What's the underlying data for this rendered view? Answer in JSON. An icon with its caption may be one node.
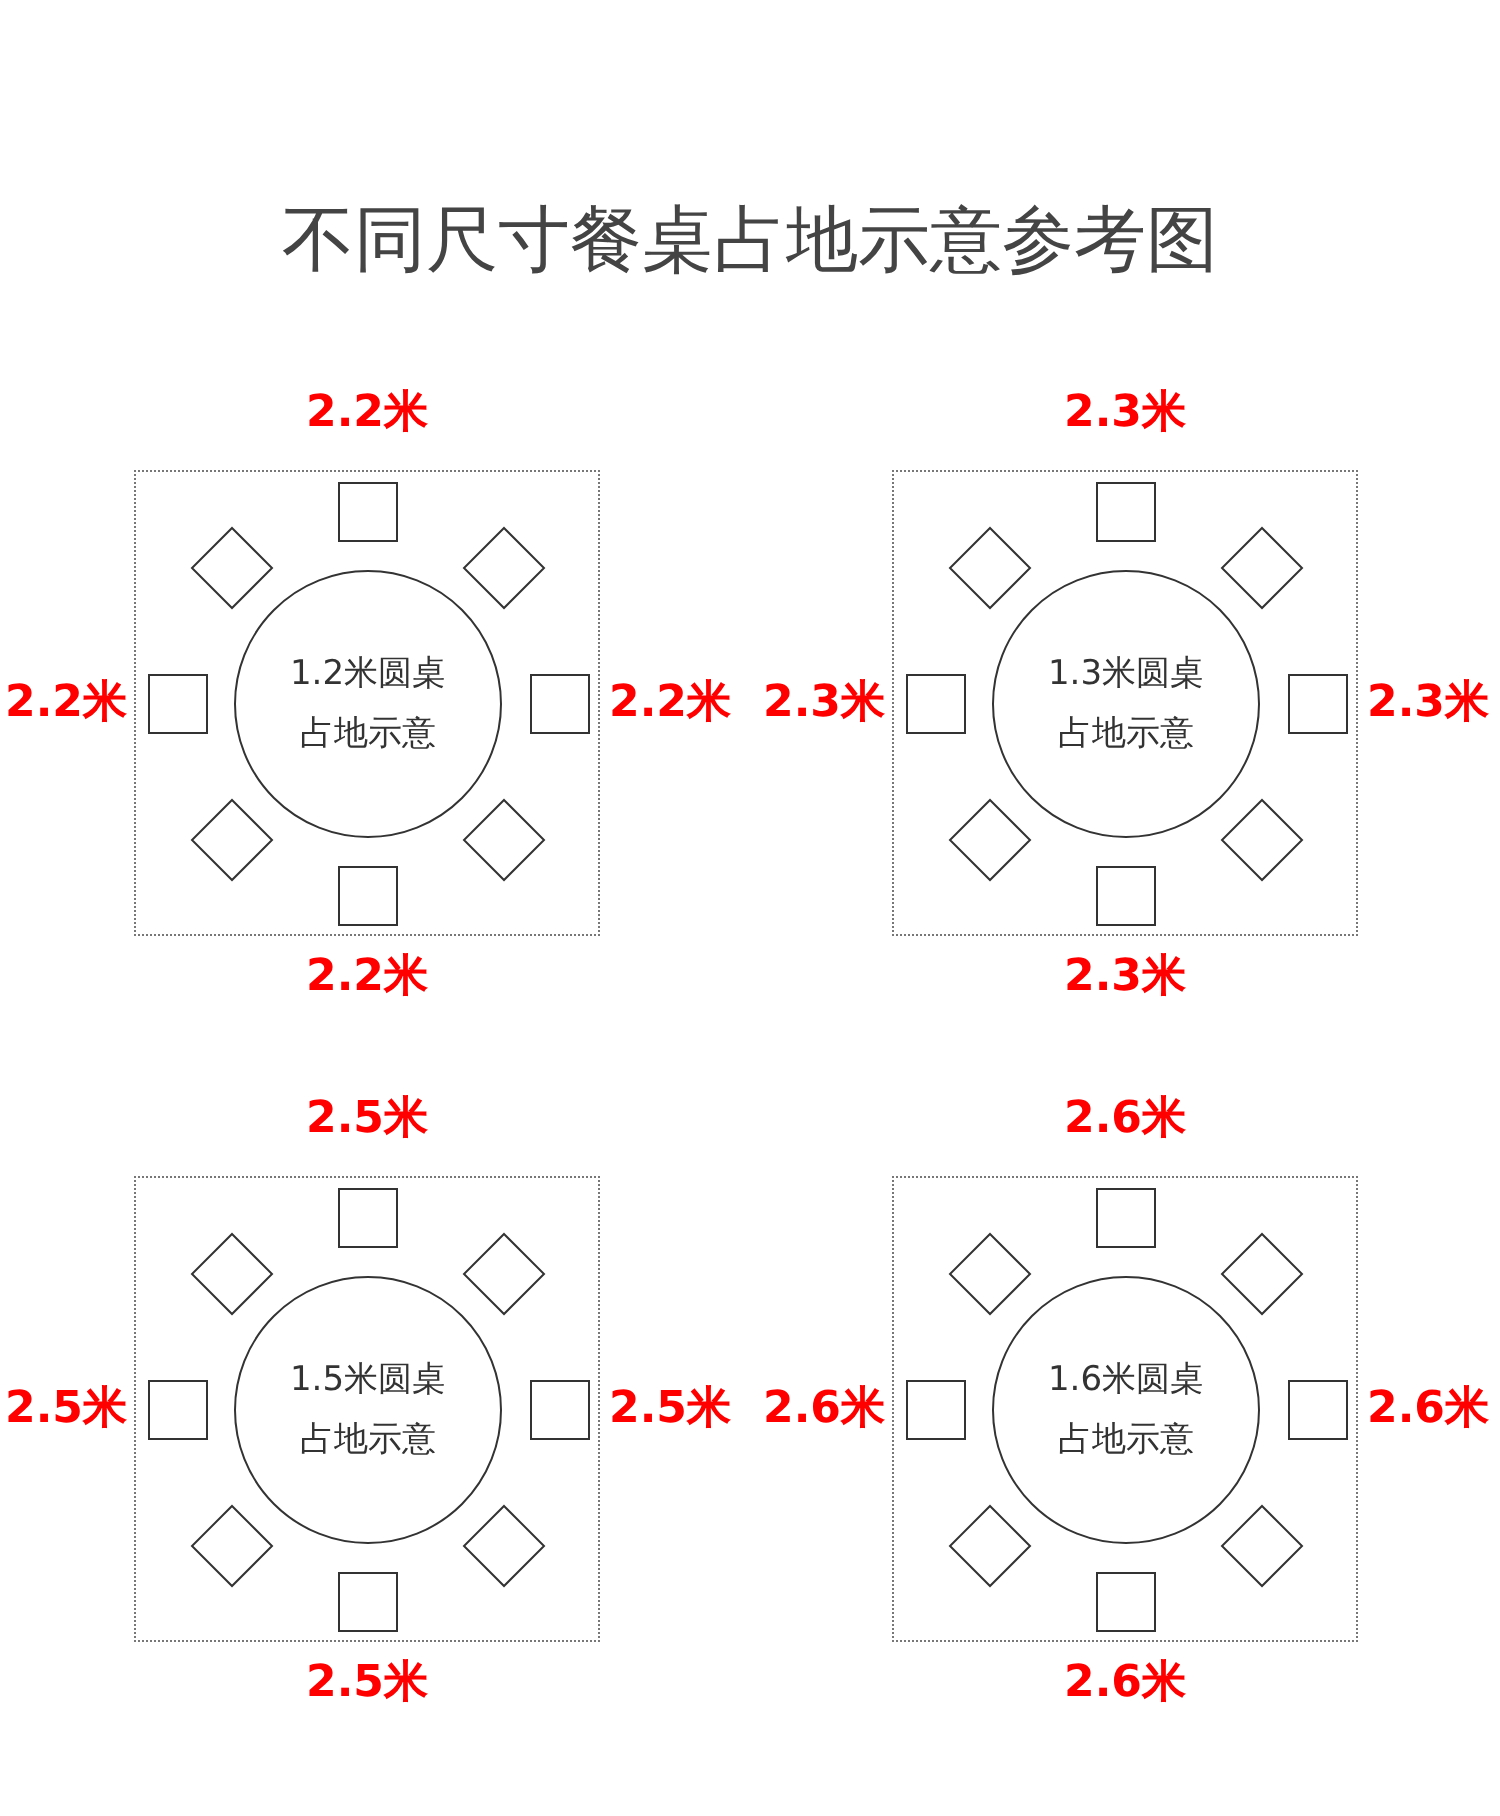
{
  "diagram": {
    "title": "不同尺寸餐桌占地示意参考图",
    "nodes": [
      {
        "text": [],
        "shape": "box"
      },
      {
        "text": [
          "1.2米圆桌占地示意"
        ],
        "in": 0
      },
      {
        "text": [],
        "shape": "box",
        "in": 0
      },
      {
        "text": [],
        "shape": "diamond",
        "in": 0
      },
      {
        "text": [],
        "shape": "diamond",
        "in": 0
      },
      {
        "text": [],
        "shape": "box",
        "in": 0
      },
      {
        "text": [],
        "shape": "box",
        "in": 0
      },
      {
        "text": [],
        "shape": "diamond",
        "in": 0
      },
      {
        "text": [],
        "shape": "diamond",
        "in": 0
      },
      {
        "text": [],
        "shape": "box",
        "in": 0
      },
      {
        "text": [],
        "shape": "box"
      },
      {
        "text": [
          "1.3米圆桌占地示意"
        ],
        "in": 10
      },
      {
        "text": [],
        "shape": "box",
        "in": 10
      },
      {
        "text": [],
        "shape": "diamond",
        "in": 10
      },
      {
        "text": [],
        "shape": "diamond",
        "in": 10
      },
      {
        "text": [],
        "shape": "box",
        "in": 10
      },
      {
        "text": [],
        "shape": "box",
        "in": 10
      },
      {
        "text": [],
        "shape": "diamond",
        "in": 10
      },
      {
        "text": [],
        "shape": "diamond",
        "in": 10
      },
      {
        "text": [],
        "shape": "box",
        "in": 10
      },
      {
        "text": [],
        "shape": "box"
      },
      {
        "text": [
          "1.5米圆桌占地示意"
        ],
        "in": 20
      },
      {
        "text": [],
        "shape": "box",
        "in": 20
      },
      {
        "text": [],
        "shape": "diamond",
        "in": 20
      },
      {
        "text": [],
        "shape": "diamond",
        "in": 20
      },
      {
        "text": [],
        "shape": "box",
        "in": 20
      },
      {
        "text": [],
        "shape": "box",
        "in": 20
      },
      {
        "text": [],
        "shape": "diamond",
        "in": 20
      },
      {
        "text": [],
        "shape": "diamond",
        "in": 20
      },
      {
        "text": [],
        "shape": "box",
        "in": 20
      },
      {
        "text": [],
        "shape": "box"
      },
      {
        "text": [
          "1.6米圆桌占地示意"
        ],
        "in": 30
      },
      {
        "text": [],
        "shape": "box",
        "in": 30
      },
      {
        "text": [],
        "shape": "diamond",
        "in": 30
      },
      {
        "text": [],
        "shape": "diamond",
        "in": 30
      },
      {
        "text": [],
        "shape": "box",
        "in": 30
      },
      {
        "text": [],
        "shape": "box",
        "in": 30
      },
      {
        "text": [],
        "shape": "diamond",
        "in": 30
      },
      {
        "text": [],
        "shape": "diamond",
        "in": 30
      },
      {
        "text": [],
        "shape": "box",
        "in": 30
      }
    ],
    "labels": [
      "2.2米",
      "2.3米",
      "2.2米",
      "2.2米",
      "2.3米",
      "2.3米",
      "2.2米",
      "2.3米",
      "2.5米",
      "2.6米",
      "2.5米",
      "2.5米",
      "2.6米",
      "2.6米",
      "2.5米",
      "2.6米"
    ]
  }
}
